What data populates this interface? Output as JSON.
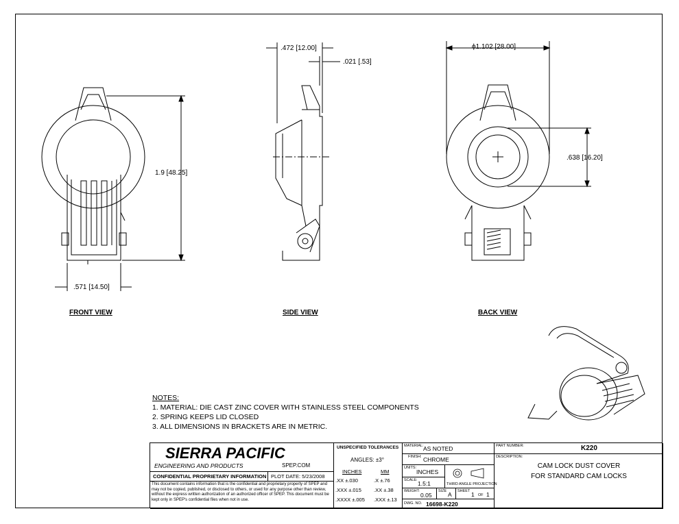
{
  "views": {
    "front": {
      "title": "FRONT VIEW",
      "dim_height": "1.9 [48.25]",
      "dim_width": ".571 [14.50]"
    },
    "side": {
      "title": "SIDE VIEW",
      "dim_depth": ".472 [12.00]",
      "dim_offset": ".021 [.53]"
    },
    "back": {
      "title": "BACK VIEW",
      "dim_diameter": "ϕ1.102 [28.00]",
      "dim_bore": ".638 [16.20]"
    }
  },
  "notes": {
    "heading": "NOTES:",
    "items": [
      "1.  MATERIAL: DIE CAST ZINC COVER WITH STAINLESS STEEL COMPONENTS",
      "2.  SPRING KEEPS LID CLOSED",
      "3.  ALL DIMENSIONS IN BRACKETS ARE IN METRIC."
    ]
  },
  "title_block": {
    "company": "SIERRA PACIFIC",
    "company_sub": "ENGINEERING AND PRODUCTS",
    "website": "SPEP.COM",
    "confidential_title": "CONFIDENTIAL PROPRIETARY INFORMATION",
    "plot_date": "PLOT DATE:  5/23/2008",
    "confidential_text": "This document contains information that is the confidential and proprietary property of SPEP and may not be copied, published, or disclosed to others, or used for any purpose other than review, without the express written authorization of an authorized officer of SPEP. This document must be kept only in SPEP's confidential files when not in use.",
    "tolerances": {
      "title": "UNSPECIFIED TOLERANCES",
      "angles": "ANGLES:  ±3°",
      "inches_header": "INCHES",
      "mm_header": "MM",
      "rows": [
        {
          "in": ".XX",
          "in_tol": "±.030",
          "mm": ".X",
          "mm_tol": "±.76"
        },
        {
          "in": ".XXX",
          "in_tol": "±.015",
          "mm": ".XX",
          "mm_tol": "±.38"
        },
        {
          "in": ".XXXX",
          "in_tol": "±.005",
          "mm": ".XXX",
          "mm_tol": "±.13"
        }
      ]
    },
    "material_label": "MATERIAL:",
    "material": "AS NOTED",
    "finish_label": "FINISH:",
    "finish": "CHROME",
    "units_label": "UNITS:",
    "units": "INCHES",
    "projection": "THIRD ANGLE PROJECTION",
    "scale_label": "SCALE:",
    "scale": "1.5:1",
    "weight_label": "WEIGHT:",
    "weight": "0.05",
    "size_label": "SIZE",
    "size": "A",
    "sheet_label": "SHEET",
    "sheet": "1",
    "of_label": "OF",
    "sheet_total": "1",
    "dwg_label": "DWG. NO.",
    "dwg_no": "16698-K220",
    "part_label": "PART NUMBER:",
    "part_no": "K220",
    "desc_label": "DESCRIPTION:",
    "desc_line1": "CAM LOCK DUST COVER",
    "desc_line2": "FOR STANDARD CAM LOCKS"
  }
}
